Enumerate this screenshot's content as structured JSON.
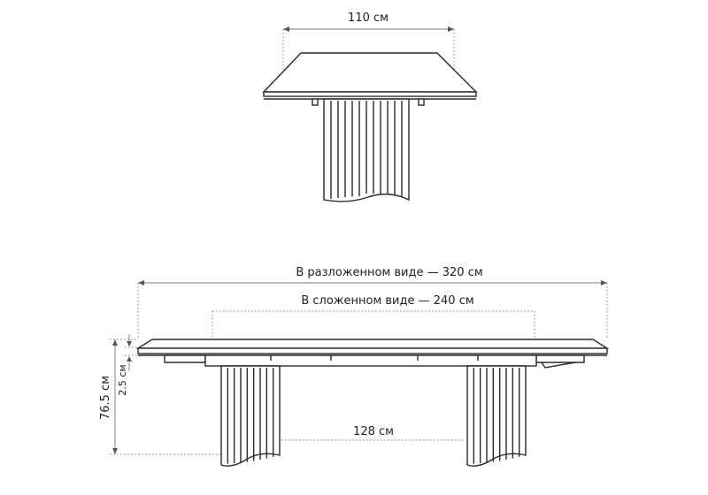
{
  "top_view": {
    "width_label": "110 см"
  },
  "side_view": {
    "extended_label": "В разложенном виде — 320 см",
    "folded_label": "В сложенном виде — 240 см",
    "leg_spacing_label": "128 см",
    "height_label": "76.5 см",
    "tabletop_thickness_label": "2.5 см"
  },
  "colors": {
    "line": "#2b2b2b",
    "dimension": "#777777",
    "background": "#ffffff"
  }
}
